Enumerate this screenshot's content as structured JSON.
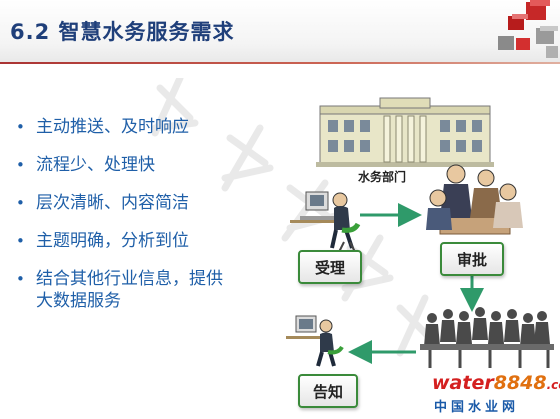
{
  "title": "6.2  智慧水务服务需求",
  "bullets": [
    {
      "text": "主动推送、及时响应"
    },
    {
      "text": "流程少、处理快"
    },
    {
      "text": "层次清晰、内容简洁"
    },
    {
      "text": "主题明确，分析到位"
    },
    {
      "text": "结合其他行业信息，提供",
      "cont": "大数据服务"
    }
  ],
  "diagram": {
    "department_label": "水务部门",
    "box_accept": "受理",
    "box_approve": "审批",
    "box_notify": "告知"
  },
  "logo": {
    "word_main": "water",
    "word_num": "8848",
    "word_suffix": ".com",
    "sub": "中国水业网"
  },
  "colors": {
    "title": "#1f3f7a",
    "bullet_text": "#1f5fa8",
    "arrow": "#2f9a6a",
    "box_border": "#3a8a3a"
  }
}
